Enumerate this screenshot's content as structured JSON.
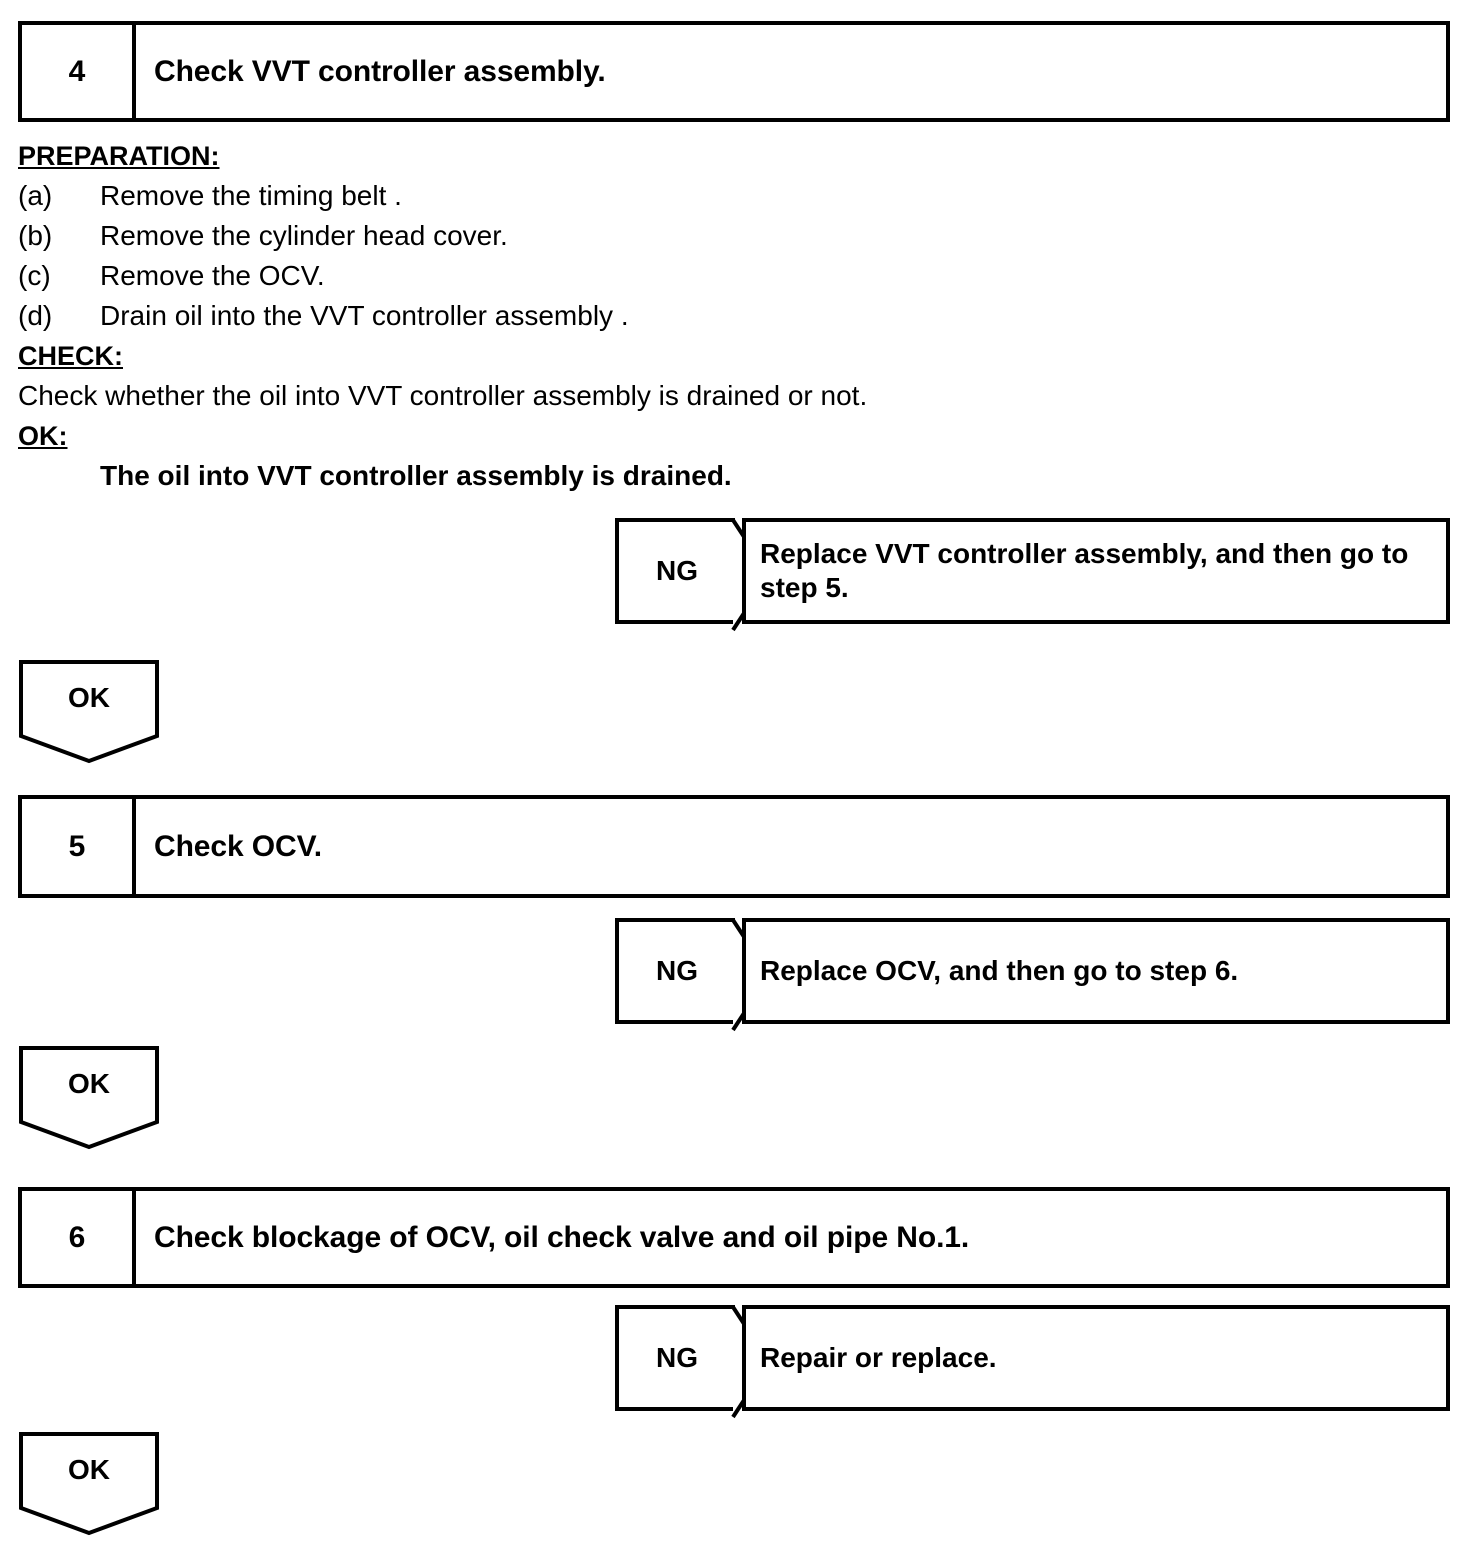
{
  "document": {
    "type": "diagnostic-flowchart",
    "title": "VVT System Diagnostic Steps 4-6"
  },
  "steps": [
    {
      "number": "4",
      "title": "Check VVT controller assembly."
    },
    {
      "number": "5",
      "title": "Check OCV."
    },
    {
      "number": "6",
      "title": "Check blockage of OCV, oil check valve and oil pipe No.1."
    }
  ],
  "detail": {
    "preparation_heading": "PREPARATION:",
    "preparation_items": [
      {
        "label": "(a)",
        "text": "Remove the timing belt ."
      },
      {
        "label": "(b)",
        "text": "Remove the cylinder head cover."
      },
      {
        "label": "(c)",
        "text": "Remove the OCV."
      },
      {
        "label": "(d)",
        "text": "Drain oil into the VVT controller assembly ."
      }
    ],
    "check_heading": "CHECK:",
    "check_text": "Check whether the oil into VVT controller assembly is drained or not.",
    "ok_heading": "OK:",
    "ok_statement": "The oil into VVT controller assembly is drained."
  },
  "branches": [
    {
      "label": "NG",
      "result": "Replace VVT controller assembly, and then go to step 5."
    },
    {
      "label": "NG",
      "result": "Replace OCV, and then go to step 6."
    },
    {
      "label": "NG",
      "result": "Repair or replace."
    }
  ],
  "connectors": [
    {
      "label": "OK"
    },
    {
      "label": "OK"
    },
    {
      "label": "OK"
    }
  ],
  "colors": {
    "line": "#000000",
    "background": "#ffffff",
    "text": "#000000"
  }
}
